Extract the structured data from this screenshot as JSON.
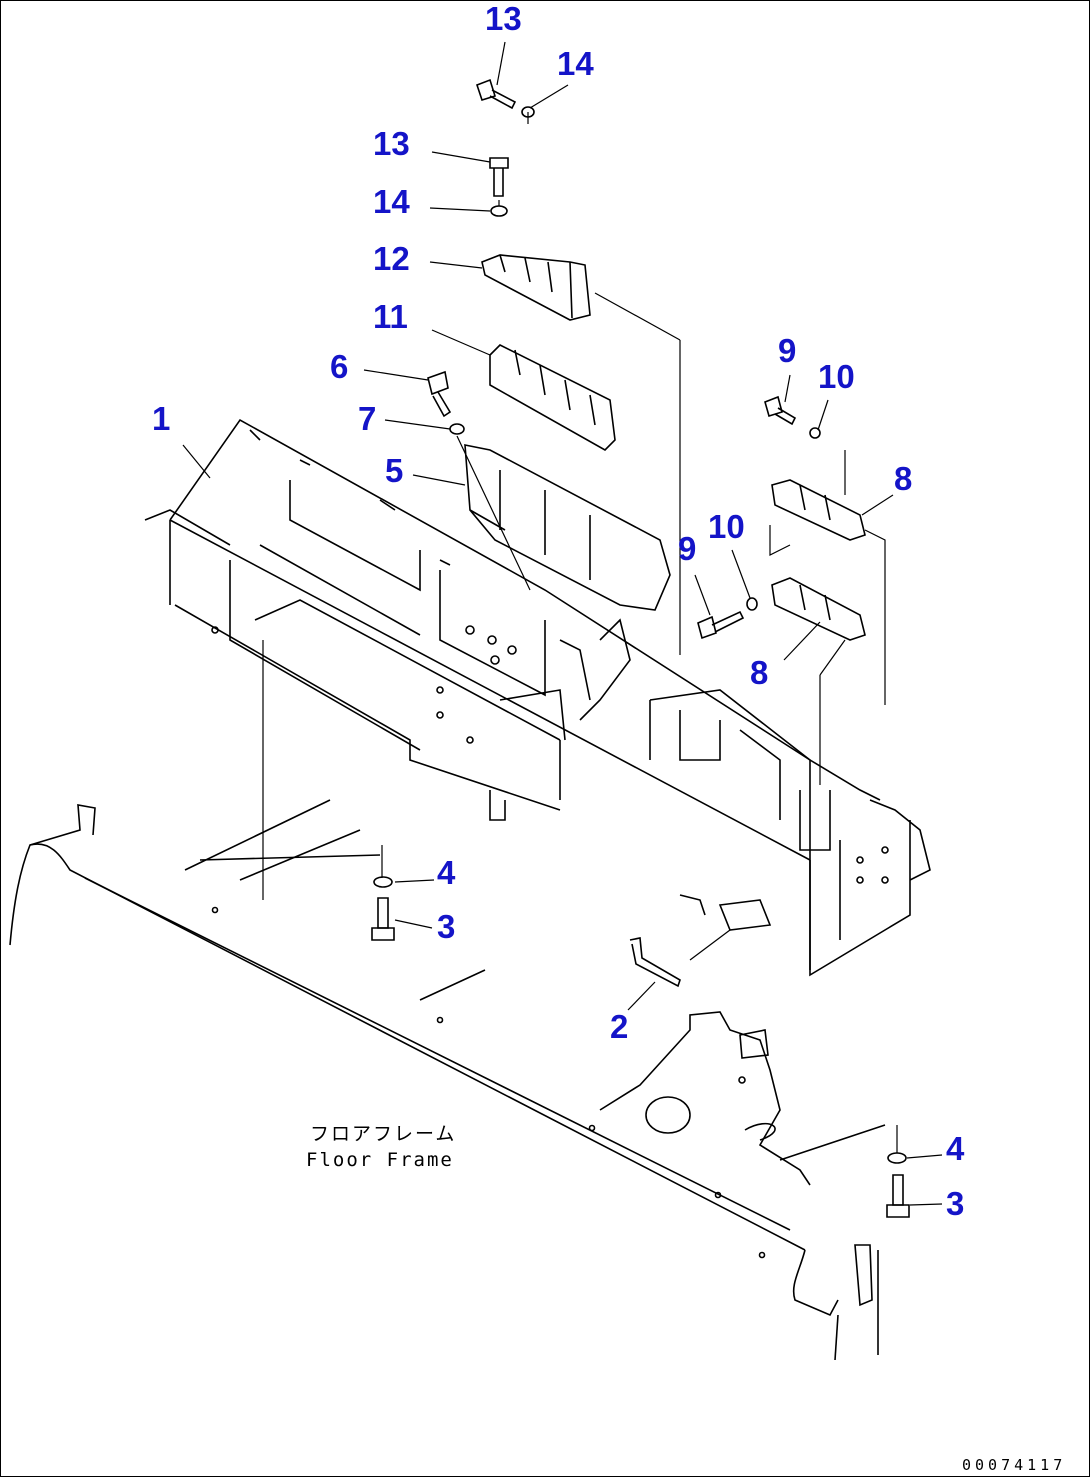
{
  "colors": {
    "callout": "#1414c8",
    "line": "#000000",
    "background": "#ffffff"
  },
  "callouts": {
    "c1": "1",
    "c2": "2",
    "c3a": "3",
    "c3b": "3",
    "c4a": "4",
    "c4b": "4",
    "c5": "5",
    "c6": "6",
    "c7": "7",
    "c8a": "8",
    "c8b": "8",
    "c9a": "9",
    "c9b": "9",
    "c10a": "10",
    "c10b": "10",
    "c11": "11",
    "c12": "12",
    "c13a": "13",
    "c13b": "13",
    "c14a": "14",
    "c14b": "14"
  },
  "labels": {
    "floor_frame_jp": "フロアフレーム",
    "floor_frame_en": "Floor Frame",
    "doc_number": "00074117"
  }
}
